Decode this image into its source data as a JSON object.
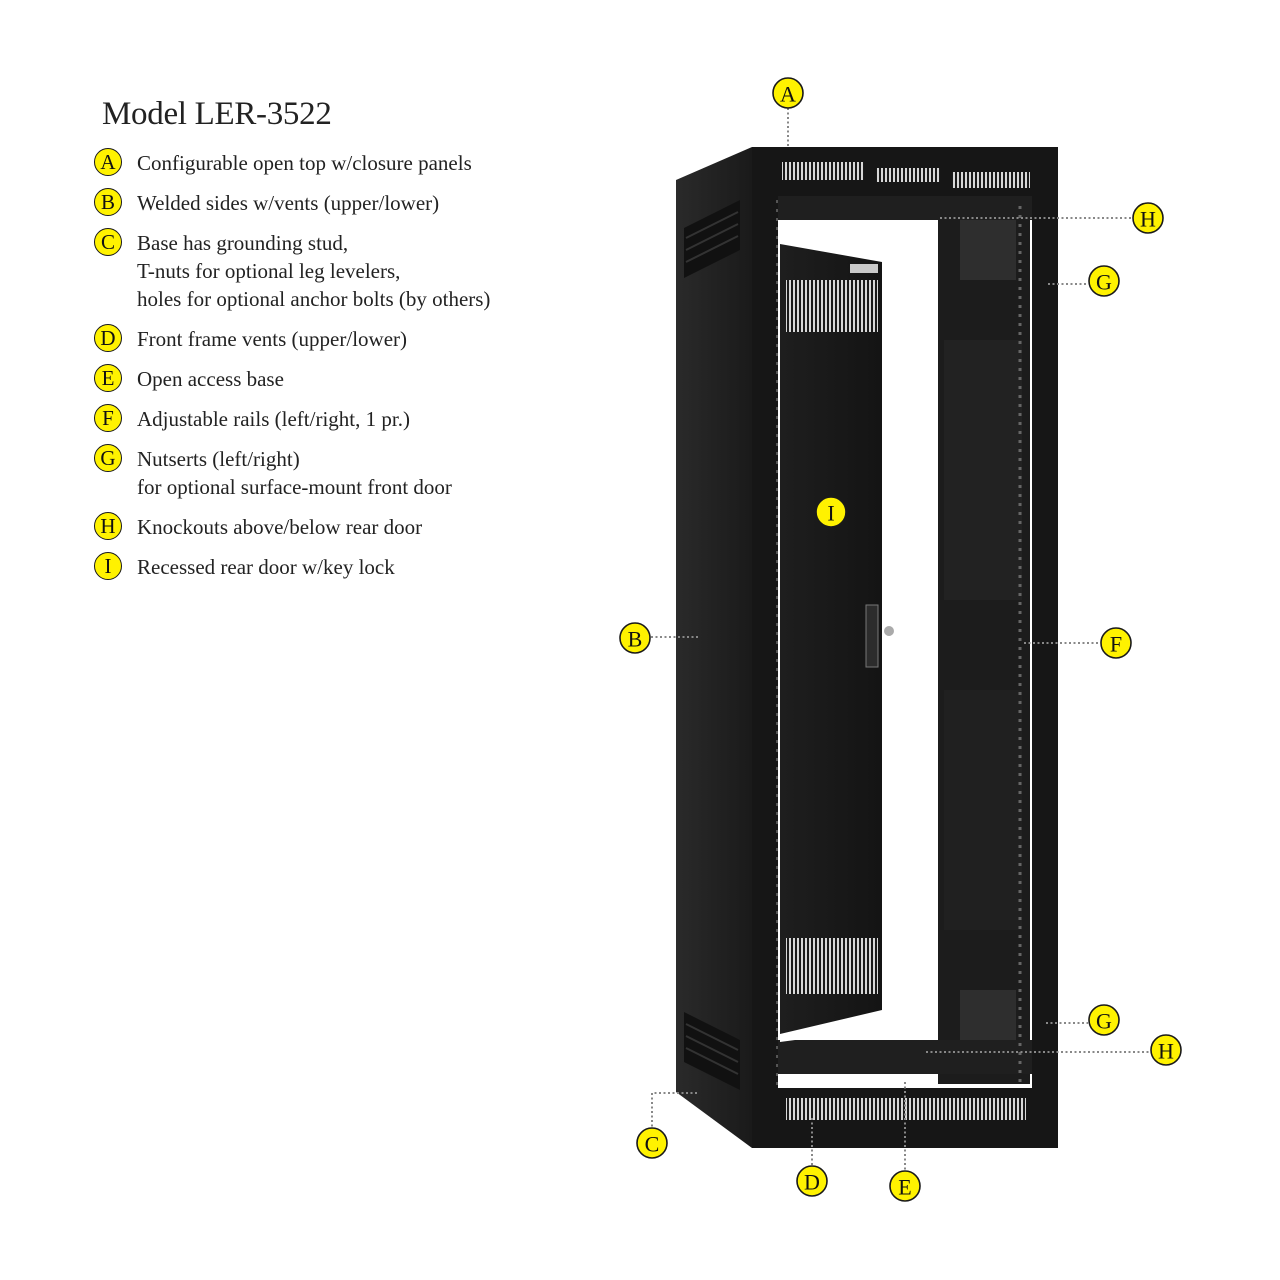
{
  "title": "Model LER-3522",
  "legend": [
    {
      "letter": "A",
      "lines": [
        "Configurable open top w/closure panels"
      ]
    },
    {
      "letter": "B",
      "lines": [
        "Welded sides w/vents (upper/lower)"
      ]
    },
    {
      "letter": "C",
      "lines": [
        "Base has grounding stud,",
        "T-nuts for optional leg levelers,",
        "holes for optional anchor bolts (by others)"
      ]
    },
    {
      "letter": "D",
      "lines": [
        "Front frame vents (upper/lower)"
      ]
    },
    {
      "letter": "E",
      "lines": [
        "Open access base"
      ]
    },
    {
      "letter": "F",
      "lines": [
        "Adjustable rails (left/right, 1 pr.)"
      ]
    },
    {
      "letter": "G",
      "lines": [
        "Nutserts (left/right)",
        "for optional surface-mount front door"
      ]
    },
    {
      "letter": "H",
      "lines": [
        "Knockouts above/below rear door"
      ]
    },
    {
      "letter": "I",
      "lines": [
        "Recessed rear door w/key lock"
      ]
    }
  ],
  "callouts": {
    "a": "A",
    "b": "B",
    "c": "C",
    "d": "D",
    "e": "E",
    "f": "F",
    "g_upper": "G",
    "g_lower": "G",
    "h_upper": "H",
    "h_lower": "H",
    "i": "I"
  },
  "colors": {
    "badge_fill": "#fff200",
    "cabinet_body": "#1c1c1c",
    "cabinet_face": "#111111",
    "leader_line": "#888888"
  }
}
